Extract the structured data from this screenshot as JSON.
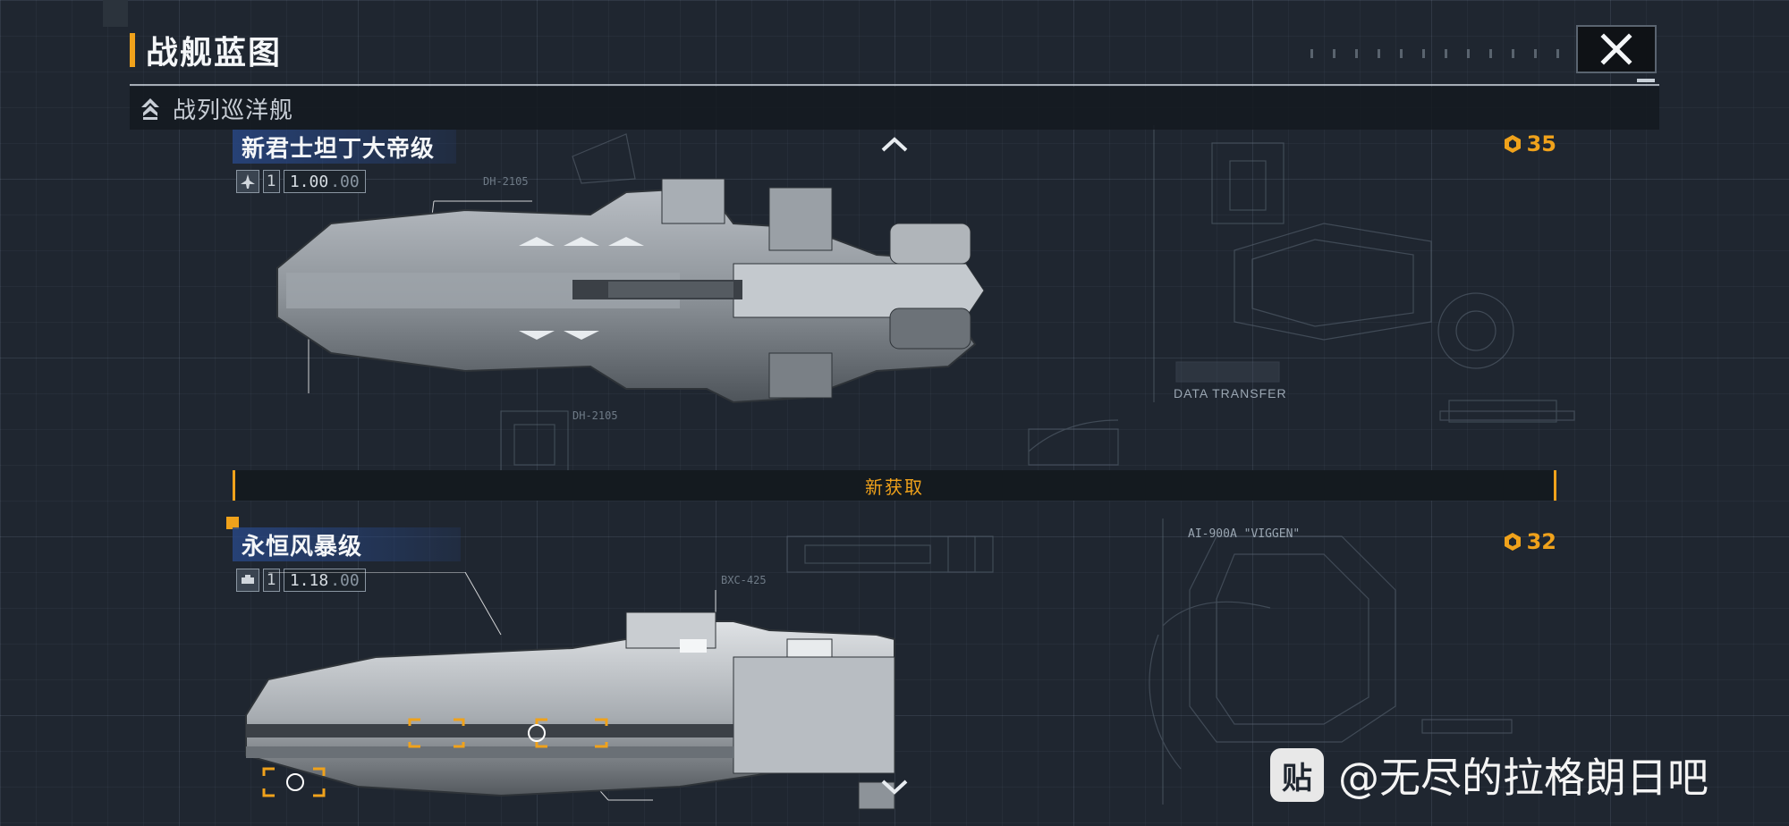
{
  "header": {
    "title": "战舰蓝图",
    "close_icon": "close-icon"
  },
  "category": {
    "label": "战列巡洋舰"
  },
  "ships": [
    {
      "name": "新君士坦丁大帝级",
      "tag": "1",
      "value_main": "1.00",
      "value_dim": ".00",
      "cost": "35"
    },
    {
      "name": "永恒风暴级",
      "tag": "1",
      "value_main": "1.18",
      "value_dim": ".00",
      "cost": "32"
    }
  ],
  "new_banner": {
    "label": "新获取"
  },
  "schematic": {
    "data_transfer": "DATA TRANSFER",
    "label_ai": "AI-900A \"VIGGEN\"",
    "label_dh": "DH-2105",
    "label_dh2": "DH-2105",
    "label_bxc": "BXC-425"
  },
  "watermark": {
    "logo": "贴",
    "text": "@无尽的拉格朗日吧"
  },
  "colors": {
    "accent": "#f0a21b",
    "name_bar": "#28467f",
    "background": "#1f2630"
  }
}
